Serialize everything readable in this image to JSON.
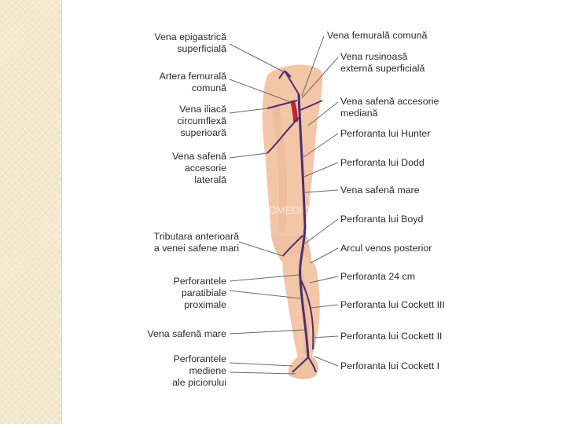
{
  "watermark": "KOMEDIC",
  "labels_left": [
    "Vena epigastrică\nsuperficială",
    "Artera femurală\ncomună",
    "Vena iliacă\ncircumflexă\nsuperioară",
    "Vena safenă\naccesorie\nlaterală",
    "Tributara anterioară\na venei safene mari",
    "Perforantele\nparatibiale\nproximale",
    "Vena safenă mare",
    "Perforantele\nmediene\nale piciorului"
  ],
  "labels_right": [
    "Vena femurală comună",
    "Vena rusinoasă\nexternă superficială",
    "Vena safenă accesorie\nmediană",
    "Perforanta lui Hunter",
    "Perforanta lui Dodd",
    "Vena safenă mare",
    "Perforanta lui Boyd",
    "Arcul venos posterior",
    "Perforanta 24 cm",
    "Perforanta lui Cockett  III",
    "Perforanta lui Cockett  II",
    "Perforanta lui Cockett  I"
  ],
  "colors": {
    "skin": "#f3c6a8",
    "skin_shadow": "#e7a989",
    "vein": "#4a2f6e",
    "artery": "#c8202f",
    "leader": "#6a6a6a",
    "text": "#2e2a28",
    "side_panel": "#f3ead0"
  }
}
